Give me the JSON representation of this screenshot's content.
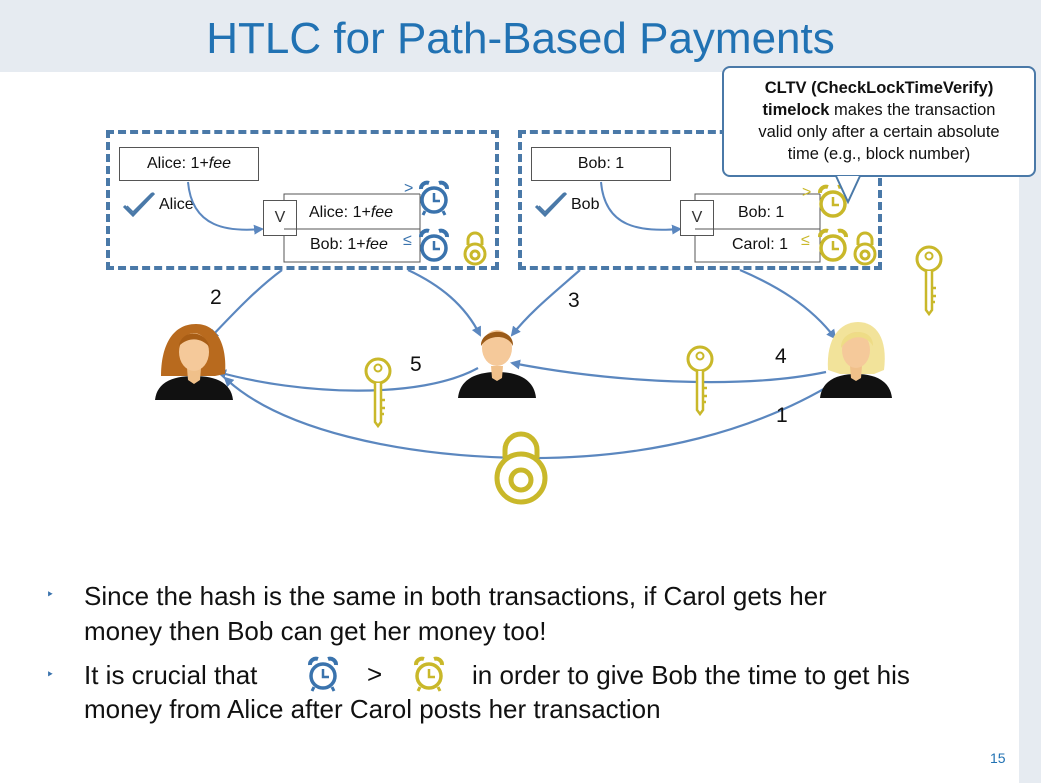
{
  "title": "HTLC for Path-Based Payments",
  "callout": {
    "line1": "CLTV (CheckLockTimeVerify)",
    "bold_word": "timelock",
    "line2_rest": " makes the transaction",
    "line3": "valid only after a certain absolute",
    "line4": "time (e.g., block number)"
  },
  "left_tx": {
    "input_prefix": "Alice: 1+",
    "input_fee": "fee",
    "signer": "Alice",
    "or_symbol": "V",
    "out1_prefix": "Alice: 1+",
    "out1_fee": "fee",
    "out2_prefix": "Bob: 1+",
    "out2_fee": "fee",
    "out1_cmp": ">",
    "out2_cmp": "≤"
  },
  "right_tx": {
    "input": "Bob: 1",
    "signer": "Bob",
    "or_symbol": "V",
    "out1": "Bob: 1",
    "out2": "Carol: 1",
    "out1_cmp": ">",
    "out2_cmp": "≤"
  },
  "steps": [
    "1",
    "2",
    "3",
    "4",
    "5"
  ],
  "bullets": {
    "b1_line1": "Since the hash is the same in both transactions, if Carol gets her",
    "b1_line2": "money then Bob can get her money too!",
    "b2_prefix": "It is crucial that",
    "b2_gt": ">",
    "b2_suffix": "in order to give Bob the time to get his",
    "b2_line2": "money from Alice after Carol posts her transaction",
    "marker": "‣"
  },
  "page_number": "15",
  "colors": {
    "title": "#2172b3",
    "dashed_border": "#4a79a8",
    "arrow": "#5b87bf",
    "blue_clock": "#3a73ad",
    "gold": "#c9b82a",
    "header_band": "#e6ebf1"
  },
  "icons": [
    "alice-person-icon",
    "bob-person-icon",
    "carol-person-icon",
    "blue-alarm-clock-icon",
    "gold-alarm-clock-icon",
    "padlock-icon",
    "key-icon",
    "checkmark-icon"
  ]
}
